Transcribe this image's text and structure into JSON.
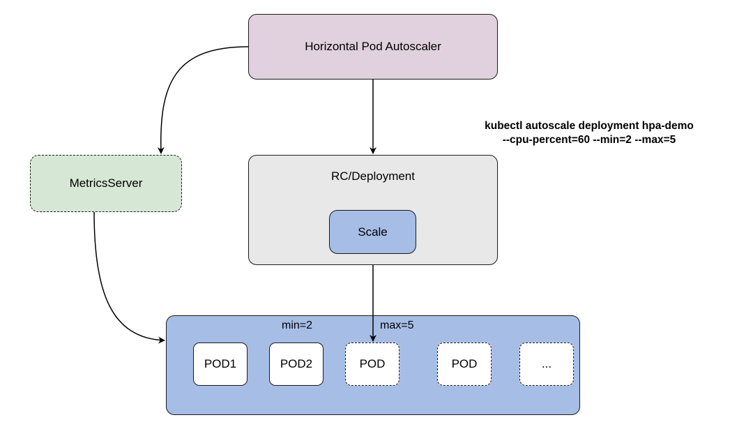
{
  "nodes": {
    "hpa": "Horizontal Pod Autoscaler",
    "metrics_server": "MetricsServer",
    "rc_deployment": "RC/Deployment",
    "scale": "Scale"
  },
  "pods_group": {
    "min_label": "min=2",
    "max_label": "max=5",
    "pods": [
      {
        "label": "POD1",
        "style": "solid"
      },
      {
        "label": "POD2",
        "style": "solid"
      },
      {
        "label": "POD",
        "style": "dashed"
      },
      {
        "label": "POD",
        "style": "dashed"
      },
      {
        "label": "...",
        "style": "dashed"
      }
    ]
  },
  "command": {
    "line1": "kubectl autoscale deployment hpa-demo",
    "line2": "--cpu-percent=60 --min=2 --max=5"
  },
  "colors": {
    "hpa": "#e1d0dd",
    "metrics_server": "#d6e7d5",
    "rc_deployment": "#e8e8e8",
    "blue": "#a6bde6"
  }
}
